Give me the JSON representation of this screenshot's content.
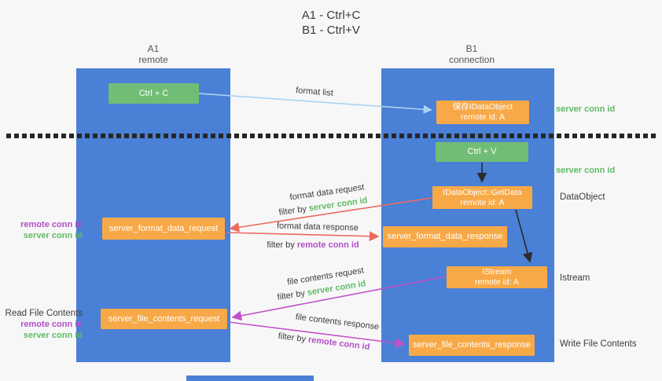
{
  "title": [
    "A1 - Ctrl+C",
    "B1 - Ctrl+V"
  ],
  "lanes": {
    "left": {
      "name": "A1",
      "subtitle": "remote"
    },
    "right": {
      "name": "B1",
      "subtitle": "connection"
    }
  },
  "boxes": {
    "ctrl_c": {
      "label": "Ctrl + C"
    },
    "save_idataobject": {
      "line1": "保存IDataObject",
      "line2": "remote id: A"
    },
    "ctrl_v": {
      "label": "Ctrl + V"
    },
    "getdata": {
      "line1": "IDataObject::GetData",
      "line2": "remote id: A"
    },
    "server_format_data_request": {
      "label": "server_format_data_request"
    },
    "server_format_data_response": {
      "label": "server_format_data_response"
    },
    "istream": {
      "line1": "IStream",
      "line2": "remote id: A"
    },
    "server_file_contents_request": {
      "label": "server_file_contents_request"
    },
    "server_file_contents_response": {
      "label": "server_file_contents_response"
    }
  },
  "annotations": {
    "server_conn_id_top": "server conn id",
    "server_conn_id_mid": "server conn id",
    "dataobject": "DataObject",
    "istream": "Istream",
    "write_file_contents": "Write File Contents",
    "read_file_contents": "Read File Contents",
    "left_mid": {
      "remote": "remote conn id",
      "server": "server conn id"
    },
    "left_bottom": {
      "remote": "remote conn id",
      "server": "server conn id"
    }
  },
  "arrow_labels": {
    "format_list": "format list",
    "format_data_request": "format data request",
    "filter_server_1": {
      "prefix": "filter by ",
      "id": "server conn id"
    },
    "format_data_response": "format data response",
    "filter_remote_1": {
      "prefix": "filter by ",
      "id": "remote conn id"
    },
    "file_contents_request": "file contents request",
    "filter_server_2": {
      "prefix": "filter by ",
      "id": "server conn id"
    },
    "file_contents_response": "file contents response",
    "filter_remote_2": {
      "prefix": "filter by ",
      "id": "remote conn id"
    }
  },
  "colors": {
    "lane_blue": "#4A80D6",
    "box_green": "#72BD76",
    "box_orange": "#F8A947",
    "arrow_red": "#EB6A5E",
    "arrow_magenta": "#C252C8",
    "arrow_lightblue": "#A8D4F2",
    "arrow_black": "#2B2B2B",
    "text_green": "#5FBB66",
    "text_purple": "#B44FC8",
    "background": "#F7F7F7"
  }
}
